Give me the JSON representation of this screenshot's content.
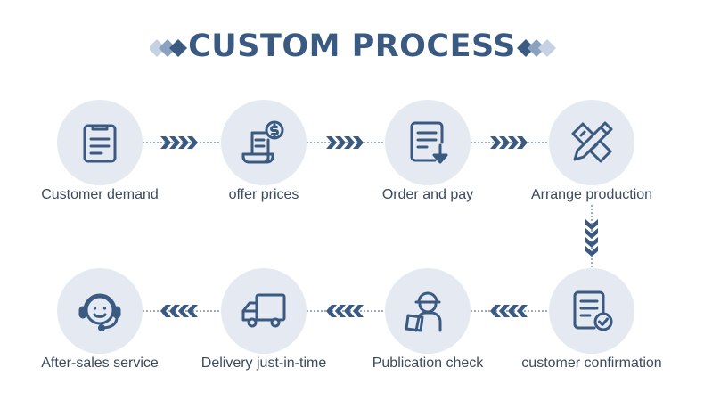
{
  "title": "CUSTOM PROCESS",
  "colors": {
    "accent": "#3a5a82",
    "circle": "#e4e9f2",
    "text": "#3b4a5e",
    "diamond_light": "#b9c7d9"
  },
  "steps": [
    {
      "label": "Customer demand",
      "icon": "clipboard-icon"
    },
    {
      "label": "offer prices",
      "icon": "price-quote-icon"
    },
    {
      "label": "Order and pay",
      "icon": "order-download-icon"
    },
    {
      "label": "Arrange production",
      "icon": "ruler-pencil-icon"
    },
    {
      "label": "customer confirmation",
      "icon": "document-check-icon"
    },
    {
      "label": "Publication check",
      "icon": "inspector-icon"
    },
    {
      "label": "Delivery just-in-time",
      "icon": "delivery-truck-icon"
    },
    {
      "label": "After-sales service",
      "icon": "headset-support-icon"
    }
  ]
}
